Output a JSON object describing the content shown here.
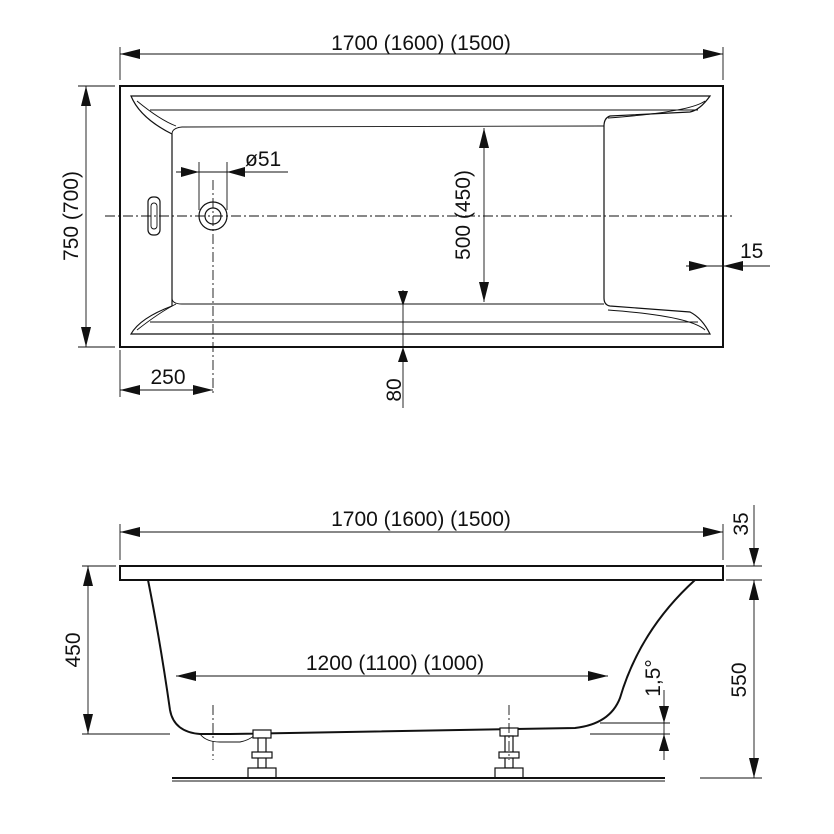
{
  "top_view": {
    "length_label": "1700 (1600) (1500)",
    "width_label": "750 (700)",
    "inner_width_label": "500 (450)",
    "drain_diameter_label": "ø51",
    "rim_label": "15",
    "drain_offset_label": "250",
    "bottom_rim_label": "80"
  },
  "side_view": {
    "length_label": "1700 (1600) (1500)",
    "bottom_length_label": "1200 (1100) (1000)",
    "rim_thickness_label": "35",
    "depth_label": "450",
    "height_label": "550",
    "slope_label": "1,5°"
  }
}
